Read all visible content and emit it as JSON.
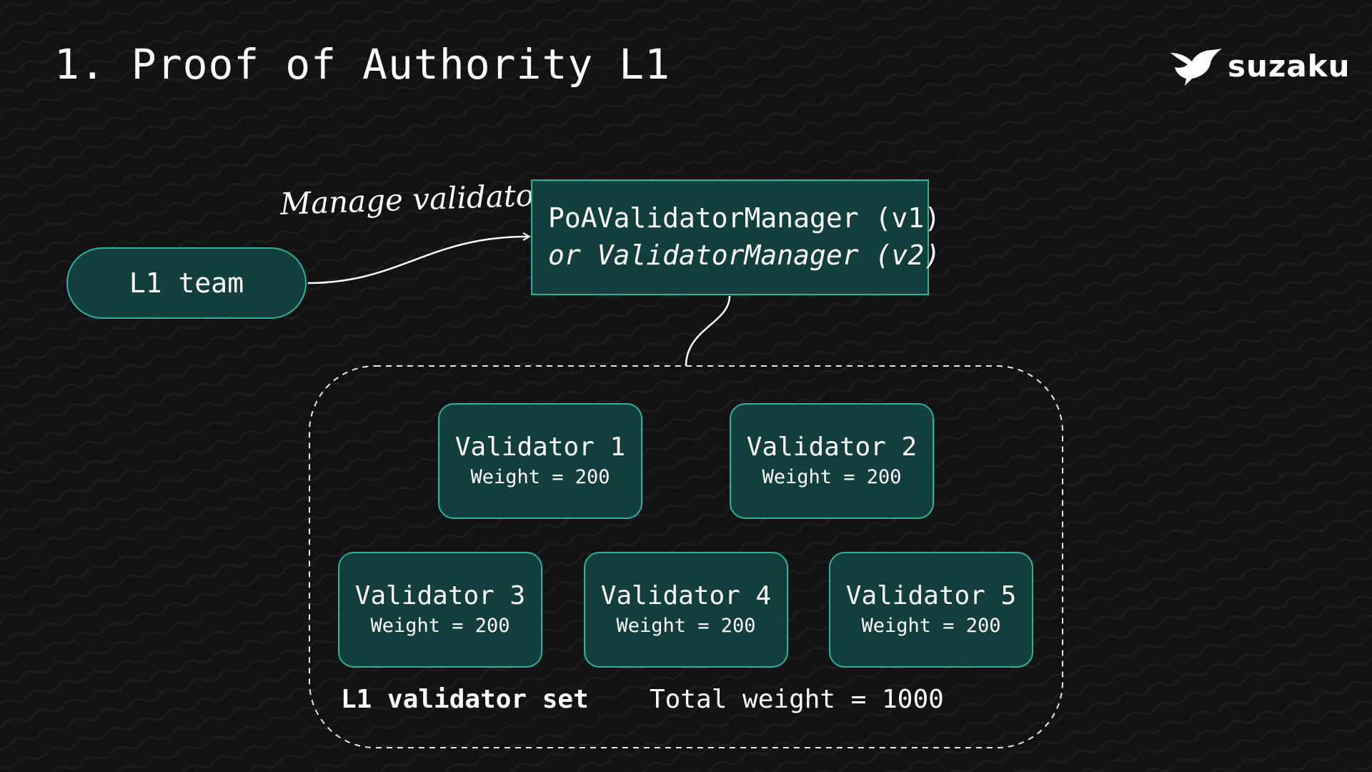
{
  "slide": {
    "title": "1. Proof of Authority L1",
    "logo_text": "suzaku"
  },
  "diagram": {
    "annotation": "Manage validators",
    "team_label": "L1 team",
    "manager_line1": "PoAValidatorManager (v1)",
    "manager_line2": "or ValidatorManager (v2)",
    "validators": [
      {
        "name": "Validator 1",
        "weight": "Weight = 200"
      },
      {
        "name": "Validator 2",
        "weight": "Weight = 200"
      },
      {
        "name": "Validator 3",
        "weight": "Weight = 200"
      },
      {
        "name": "Validator 4",
        "weight": "Weight = 200"
      },
      {
        "name": "Validator 5",
        "weight": "Weight = 200"
      }
    ],
    "set_label": "L1 validator set",
    "total_label": "Total weight = 1000"
  },
  "colors": {
    "background": "#121212",
    "node_fill": "#123f3b",
    "node_border": "#2bb3a2",
    "text": "#ffffff",
    "connector": "#ffffff"
  }
}
